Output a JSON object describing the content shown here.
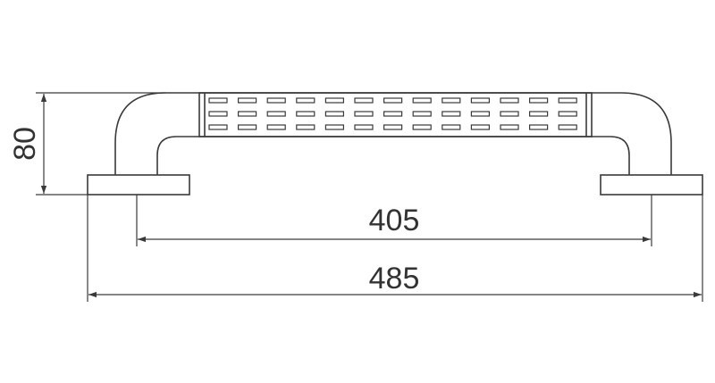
{
  "dimensions": {
    "height_label": "80",
    "center_distance_label": "405",
    "overall_length_label": "485"
  },
  "colors": {
    "line": "#3a3a3a",
    "background": "#ffffff"
  }
}
